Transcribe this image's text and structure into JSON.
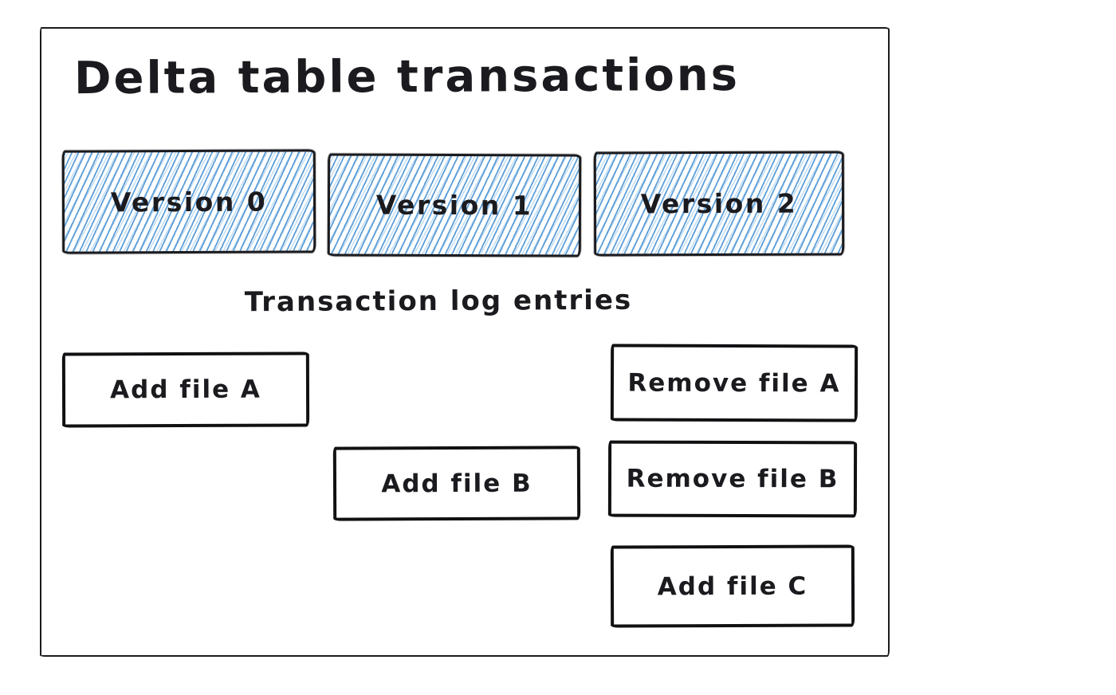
{
  "diagram": {
    "title": "Delta table transactions",
    "versions": [
      {
        "label": "Version 0",
        "column": 0
      },
      {
        "label": "Version 1",
        "column": 1
      },
      {
        "label": "Version 2",
        "column": 2
      }
    ],
    "transaction_log_heading": "Transaction log entries",
    "log_entries": [
      {
        "label": "Add file A",
        "column": 0,
        "row": 0
      },
      {
        "label": "Remove file A",
        "column": 2,
        "row": 0
      },
      {
        "label": "Add file B",
        "column": 1,
        "row": 1
      },
      {
        "label": "Remove file B",
        "column": 2,
        "row": 1
      },
      {
        "label": "Add file C",
        "column": 2,
        "row": 2
      }
    ],
    "colors": {
      "stroke": "#1b1b1f",
      "hachure_blue": "#569ad6",
      "box_fill": "#ffffff",
      "background": "#ffffff"
    },
    "style": "hand-drawn-sketch"
  }
}
